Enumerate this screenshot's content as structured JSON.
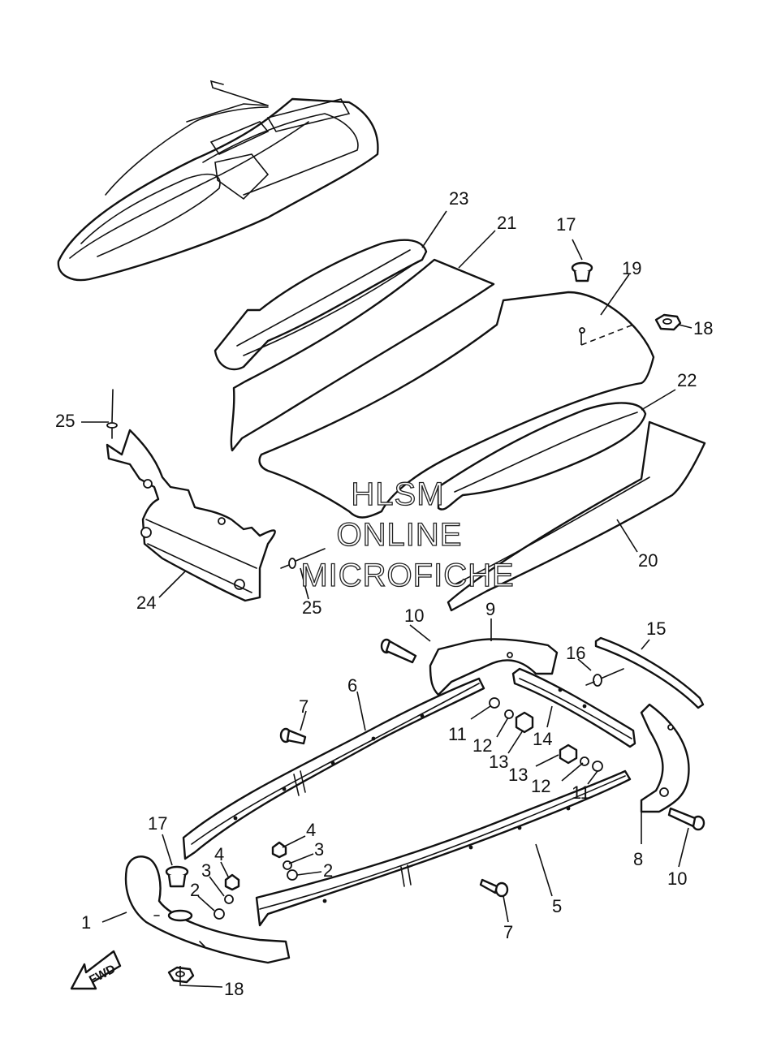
{
  "watermark": {
    "line1": "HLSM",
    "line2": "ONLINE",
    "line3": "MICROFICHE"
  },
  "direction_label": "FWD",
  "callouts": {
    "c1": "1",
    "c2a": "2",
    "c2b": "2",
    "c3a": "3",
    "c3b": "3",
    "c4a": "4",
    "c4b": "4",
    "c5": "5",
    "c6": "6",
    "c7a": "7",
    "c7b": "7",
    "c8": "8",
    "c9": "9",
    "c10a": "10",
    "c10b": "10",
    "c11a": "11",
    "c11b": "11",
    "c12a": "12",
    "c12b": "12",
    "c13a": "13",
    "c13b": "13",
    "c14": "14",
    "c15": "15",
    "c16": "16",
    "c17a": "17",
    "c17b": "17",
    "c18a": "18",
    "c18b": "18",
    "c19": "19",
    "c20": "20",
    "c21": "21",
    "c22": "22",
    "c23": "23",
    "c24": "24",
    "c25a": "25",
    "c25b": "25"
  }
}
